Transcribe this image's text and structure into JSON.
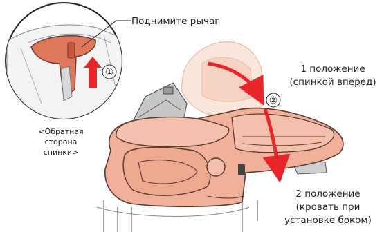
{
  "callout_lever": "Поднимите рычаг",
  "step1_marker": "①",
  "step2_marker": "②",
  "back_side_note": {
    "line1": "<Обратная",
    "line2": "сторона",
    "line3": "спинки>"
  },
  "position1": {
    "line1": "1 положение",
    "line2": "(спинкой вперед)"
  },
  "position2": {
    "line1": "2 положение",
    "line2": "(кровать при",
    "line3": "установке боком)"
  },
  "colors": {
    "seat_fill": "#f0b09a",
    "seat_fill_light": "#f9dccf",
    "seat_outline": "#5a3a30",
    "lever_fill": "#e0765a",
    "arrow_red": "#e8262a",
    "line_dark": "#231f20"
  }
}
